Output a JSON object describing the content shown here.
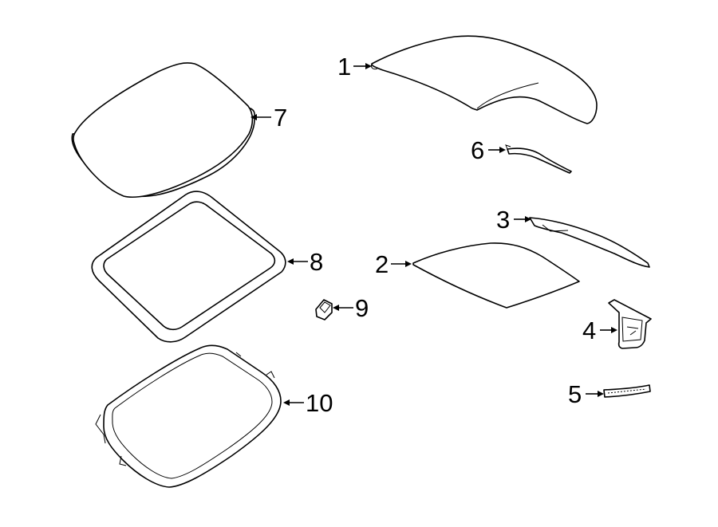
{
  "diagram": {
    "callouts": {
      "c1": "1",
      "c2": "2",
      "c3": "3",
      "c4": "4",
      "c5": "5",
      "c6": "6",
      "c7": "7",
      "c8": "8",
      "c9": "9",
      "c10": "10"
    }
  },
  "colors": {
    "line": "#000000",
    "background": "#ffffff"
  }
}
